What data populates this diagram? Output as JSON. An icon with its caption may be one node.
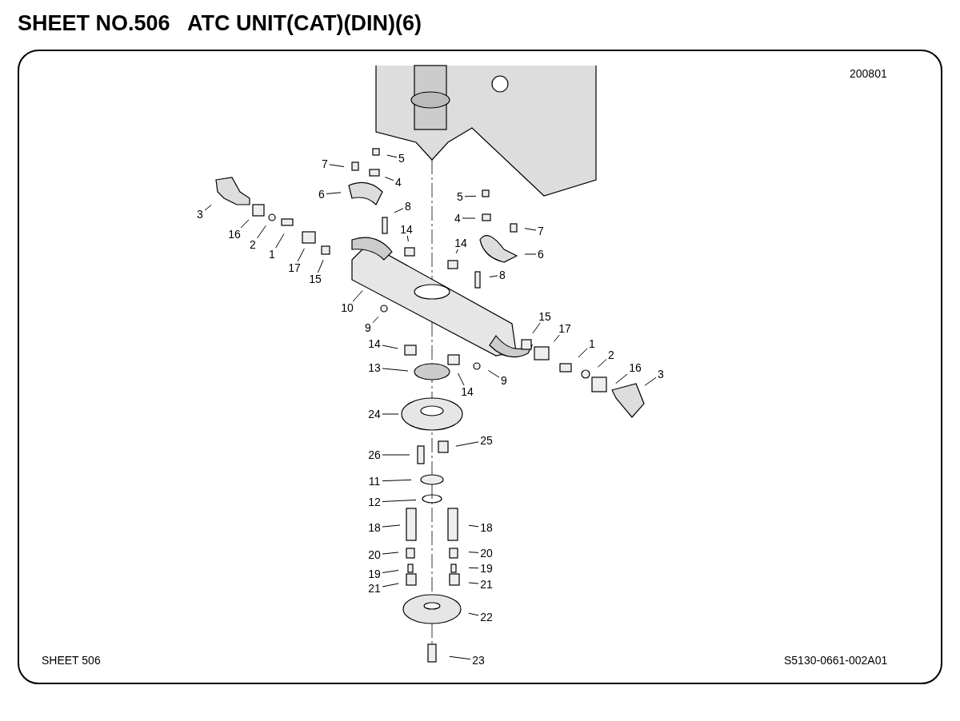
{
  "diagram": {
    "title": "SHEET NO.506   ATC UNIT(CAT)(DIN)(6)",
    "nodes": [
      {
        "text": [
          "7"
        ]
      },
      {
        "text": [
          "5"
        ]
      },
      {
        "text": [
          "4"
        ]
      },
      {
        "text": [
          "6"
        ]
      },
      {
        "text": [
          "3"
        ]
      },
      {
        "text": [
          "16"
        ]
      },
      {
        "text": [
          "2"
        ]
      },
      {
        "text": [
          "1"
        ]
      },
      {
        "text": [
          "17"
        ]
      },
      {
        "text": [
          "15"
        ]
      },
      {
        "text": [
          "8"
        ]
      },
      {
        "text": [
          "14"
        ]
      },
      {
        "text": [
          "5"
        ]
      },
      {
        "text": [
          "4"
        ]
      },
      {
        "text": [
          "14"
        ]
      },
      {
        "text": [
          "7"
        ]
      },
      {
        "text": [
          "6"
        ]
      },
      {
        "text": [
          "8"
        ]
      },
      {
        "text": [
          "10"
        ]
      },
      {
        "text": [
          "9"
        ]
      },
      {
        "text": [
          "15"
        ]
      },
      {
        "text": [
          "17"
        ]
      },
      {
        "text": [
          "1"
        ]
      },
      {
        "text": [
          "2"
        ]
      },
      {
        "text": [
          "16"
        ]
      },
      {
        "text": [
          "3"
        ]
      },
      {
        "text": [
          "14"
        ]
      },
      {
        "text": [
          "13"
        ]
      },
      {
        "text": [
          "14"
        ]
      },
      {
        "text": [
          "9"
        ]
      },
      {
        "text": [
          "24"
        ]
      },
      {
        "text": [
          "25"
        ]
      },
      {
        "text": [
          "26"
        ]
      },
      {
        "text": [
          "11"
        ]
      },
      {
        "text": [
          "12"
        ]
      },
      {
        "text": [
          "18"
        ]
      },
      {
        "text": [
          "18"
        ]
      },
      {
        "text": [
          "20"
        ]
      },
      {
        "text": [
          "20"
        ]
      },
      {
        "text": [
          "19"
        ]
      },
      {
        "text": [
          "19"
        ]
      },
      {
        "text": [
          "21"
        ]
      },
      {
        "text": [
          "21"
        ]
      },
      {
        "text": [
          "22"
        ]
      },
      {
        "text": [
          "23"
        ]
      }
    ],
    "edges": [
      {
        "from": 0,
        "to": null,
        "arrow": "none"
      },
      {
        "from": 1,
        "to": null,
        "arrow": "none"
      },
      {
        "from": 2,
        "to": null,
        "arrow": "none"
      },
      {
        "from": 3,
        "to": null,
        "arrow": "none"
      },
      {
        "from": 4,
        "to": null,
        "arrow": "none"
      },
      {
        "from": 5,
        "to": null,
        "arrow": "none"
      },
      {
        "from": 6,
        "to": null,
        "arrow": "none"
      },
      {
        "from": 7,
        "to": null,
        "arrow": "none"
      },
      {
        "from": 8,
        "to": null,
        "arrow": "none"
      },
      {
        "from": 9,
        "to": null,
        "arrow": "none"
      },
      {
        "from": 10,
        "to": null,
        "arrow": "none"
      },
      {
        "from": 11,
        "to": null,
        "arrow": "none"
      },
      {
        "from": 12,
        "to": null,
        "arrow": "none"
      },
      {
        "from": 13,
        "to": null,
        "arrow": "none"
      },
      {
        "from": 14,
        "to": null,
        "arrow": "none"
      },
      {
        "from": 15,
        "to": null,
        "arrow": "none"
      },
      {
        "from": 16,
        "to": null,
        "arrow": "none"
      },
      {
        "from": 17,
        "to": null,
        "arrow": "none"
      },
      {
        "from": 18,
        "to": null,
        "arrow": "none"
      },
      {
        "from": 19,
        "to": null,
        "arrow": "none"
      },
      {
        "from": 20,
        "to": null,
        "arrow": "none"
      },
      {
        "from": 21,
        "to": null,
        "arrow": "none"
      },
      {
        "from": 22,
        "to": null,
        "arrow": "none"
      },
      {
        "from": 23,
        "to": null,
        "arrow": "none"
      },
      {
        "from": 24,
        "to": null,
        "arrow": "none"
      },
      {
        "from": 25,
        "to": null,
        "arrow": "none"
      },
      {
        "from": 26,
        "to": null,
        "arrow": "none"
      },
      {
        "from": 27,
        "to": null,
        "arrow": "none"
      },
      {
        "from": 28,
        "to": null,
        "arrow": "none"
      },
      {
        "from": 29,
        "to": null,
        "arrow": "none"
      },
      {
        "from": 30,
        "to": null,
        "arrow": "none"
      },
      {
        "from": 31,
        "to": null,
        "arrow": "none"
      },
      {
        "from": 32,
        "to": null,
        "arrow": "none"
      },
      {
        "from": 33,
        "to": null,
        "arrow": "none"
      },
      {
        "from": 34,
        "to": null,
        "arrow": "none"
      },
      {
        "from": 35,
        "to": null,
        "arrow": "none"
      },
      {
        "from": 36,
        "to": null,
        "arrow": "none"
      },
      {
        "from": 37,
        "to": null,
        "arrow": "none"
      },
      {
        "from": 38,
        "to": null,
        "arrow": "none"
      },
      {
        "from": 39,
        "to": null,
        "arrow": "none"
      },
      {
        "from": 40,
        "to": null,
        "arrow": "none"
      },
      {
        "from": 41,
        "to": null,
        "arrow": "none"
      },
      {
        "from": 42,
        "to": null,
        "arrow": "none"
      },
      {
        "from": 43,
        "to": null,
        "arrow": "none"
      },
      {
        "from": 44,
        "to": null,
        "arrow": "none"
      }
    ],
    "labels": [
      "200801",
      "SHEET 506",
      "S5130-0661-002A01"
    ]
  }
}
